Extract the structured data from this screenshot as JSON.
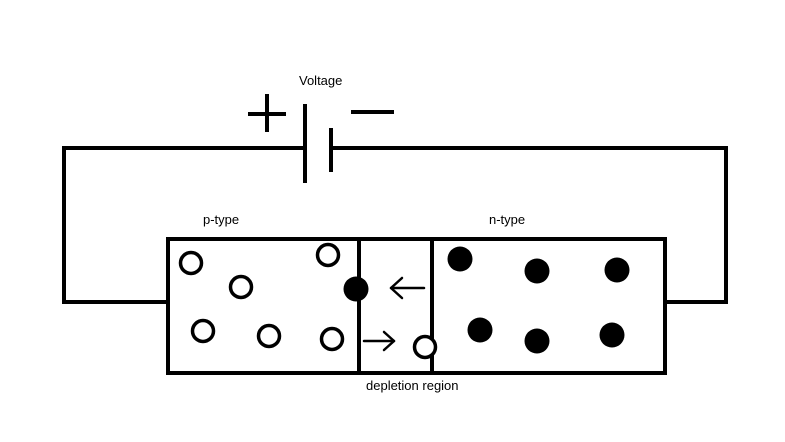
{
  "labels": {
    "voltage": "Voltage",
    "p_type": "p-type",
    "n_type": "n-type",
    "depletion_region": "depletion region"
  },
  "battery": {
    "positive_symbol": "+",
    "negative_symbol": "−"
  },
  "colors": {
    "stroke": "#000000",
    "background": "#ffffff"
  },
  "icons": {
    "hole": "hollow-circle",
    "electron": "filled-circle",
    "arrow_left": "left-arrow",
    "arrow_right": "right-arrow"
  }
}
